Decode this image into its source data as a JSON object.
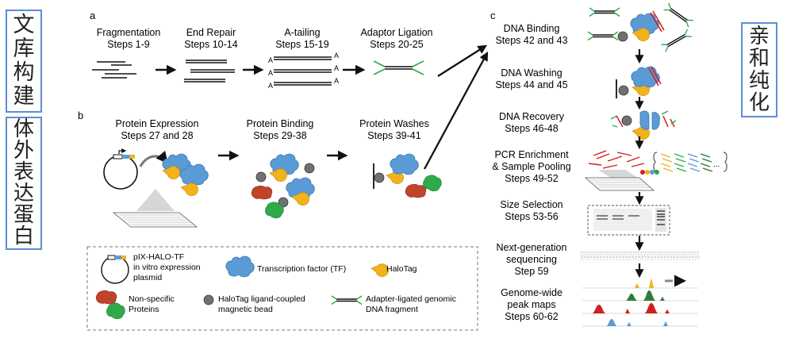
{
  "side_labels": {
    "left_top": [
      "文",
      "库",
      "构",
      "建"
    ],
    "left_bottom": [
      "体",
      "外",
      "表",
      "达",
      "蛋",
      "白"
    ],
    "right": [
      "亲",
      "和",
      "纯",
      "化"
    ]
  },
  "panel_a": {
    "letter": "a",
    "steps": [
      {
        "name": "Fragmentation",
        "steps": "Steps 1-9"
      },
      {
        "name": "End Repair",
        "steps": "Steps 10-14"
      },
      {
        "name": "A-tailing",
        "steps": "Steps 15-19"
      },
      {
        "name": "Adaptor Ligation",
        "steps": "Steps 20-25"
      }
    ],
    "base": "A"
  },
  "panel_b": {
    "letter": "b",
    "steps": [
      {
        "name": "Protein Expression",
        "steps": "Steps 27 and 28"
      },
      {
        "name": "Protein Binding",
        "steps": "Steps 29-38"
      },
      {
        "name": "Protein Washes",
        "steps": "Steps 39-41"
      }
    ]
  },
  "legend": {
    "plasmid": [
      "pIX-HALO-TF",
      "in vitro expression",
      "plasmid"
    ],
    "tf": "Transcription factor (TF)",
    "halotag": "HaloTag",
    "nonspecific": [
      "Non-specific",
      "Proteins"
    ],
    "bead": [
      "HaloTag ligand-coupled",
      "magnetic bead"
    ],
    "adapter": [
      "Adapter-ligated genomic",
      "DNA fragment"
    ]
  },
  "panel_c": {
    "letter": "c",
    "steps": [
      {
        "lines": [
          "DNA Binding",
          "Steps 42 and 43"
        ]
      },
      {
        "lines": [
          "DNA Washing",
          "Steps 44 and 45"
        ]
      },
      {
        "lines": [
          "DNA Recovery",
          "Steps 46-48"
        ]
      },
      {
        "lines": [
          "PCR Enrichment",
          "& Sample Pooling",
          "Steps 49-52"
        ]
      },
      {
        "lines": [
          "Size Selection",
          "Steps 53-56"
        ]
      },
      {
        "lines": [
          "Next-generation",
          "sequencing",
          "Step 59"
        ]
      },
      {
        "lines": [
          "Genome-wide",
          "peak maps",
          "Steps 60-62"
        ]
      }
    ],
    "ellipsis": "..."
  },
  "colors": {
    "label_border": "#5b8fd6",
    "tf_blue": "#5a9bd5",
    "halo_yellow": "#f2b21b",
    "nonspecific_red": "#c0442a",
    "nonspecific_green": "#2eaa4a",
    "adapter_green": "#2eaa4a",
    "bead_gray": "#707070"
  }
}
